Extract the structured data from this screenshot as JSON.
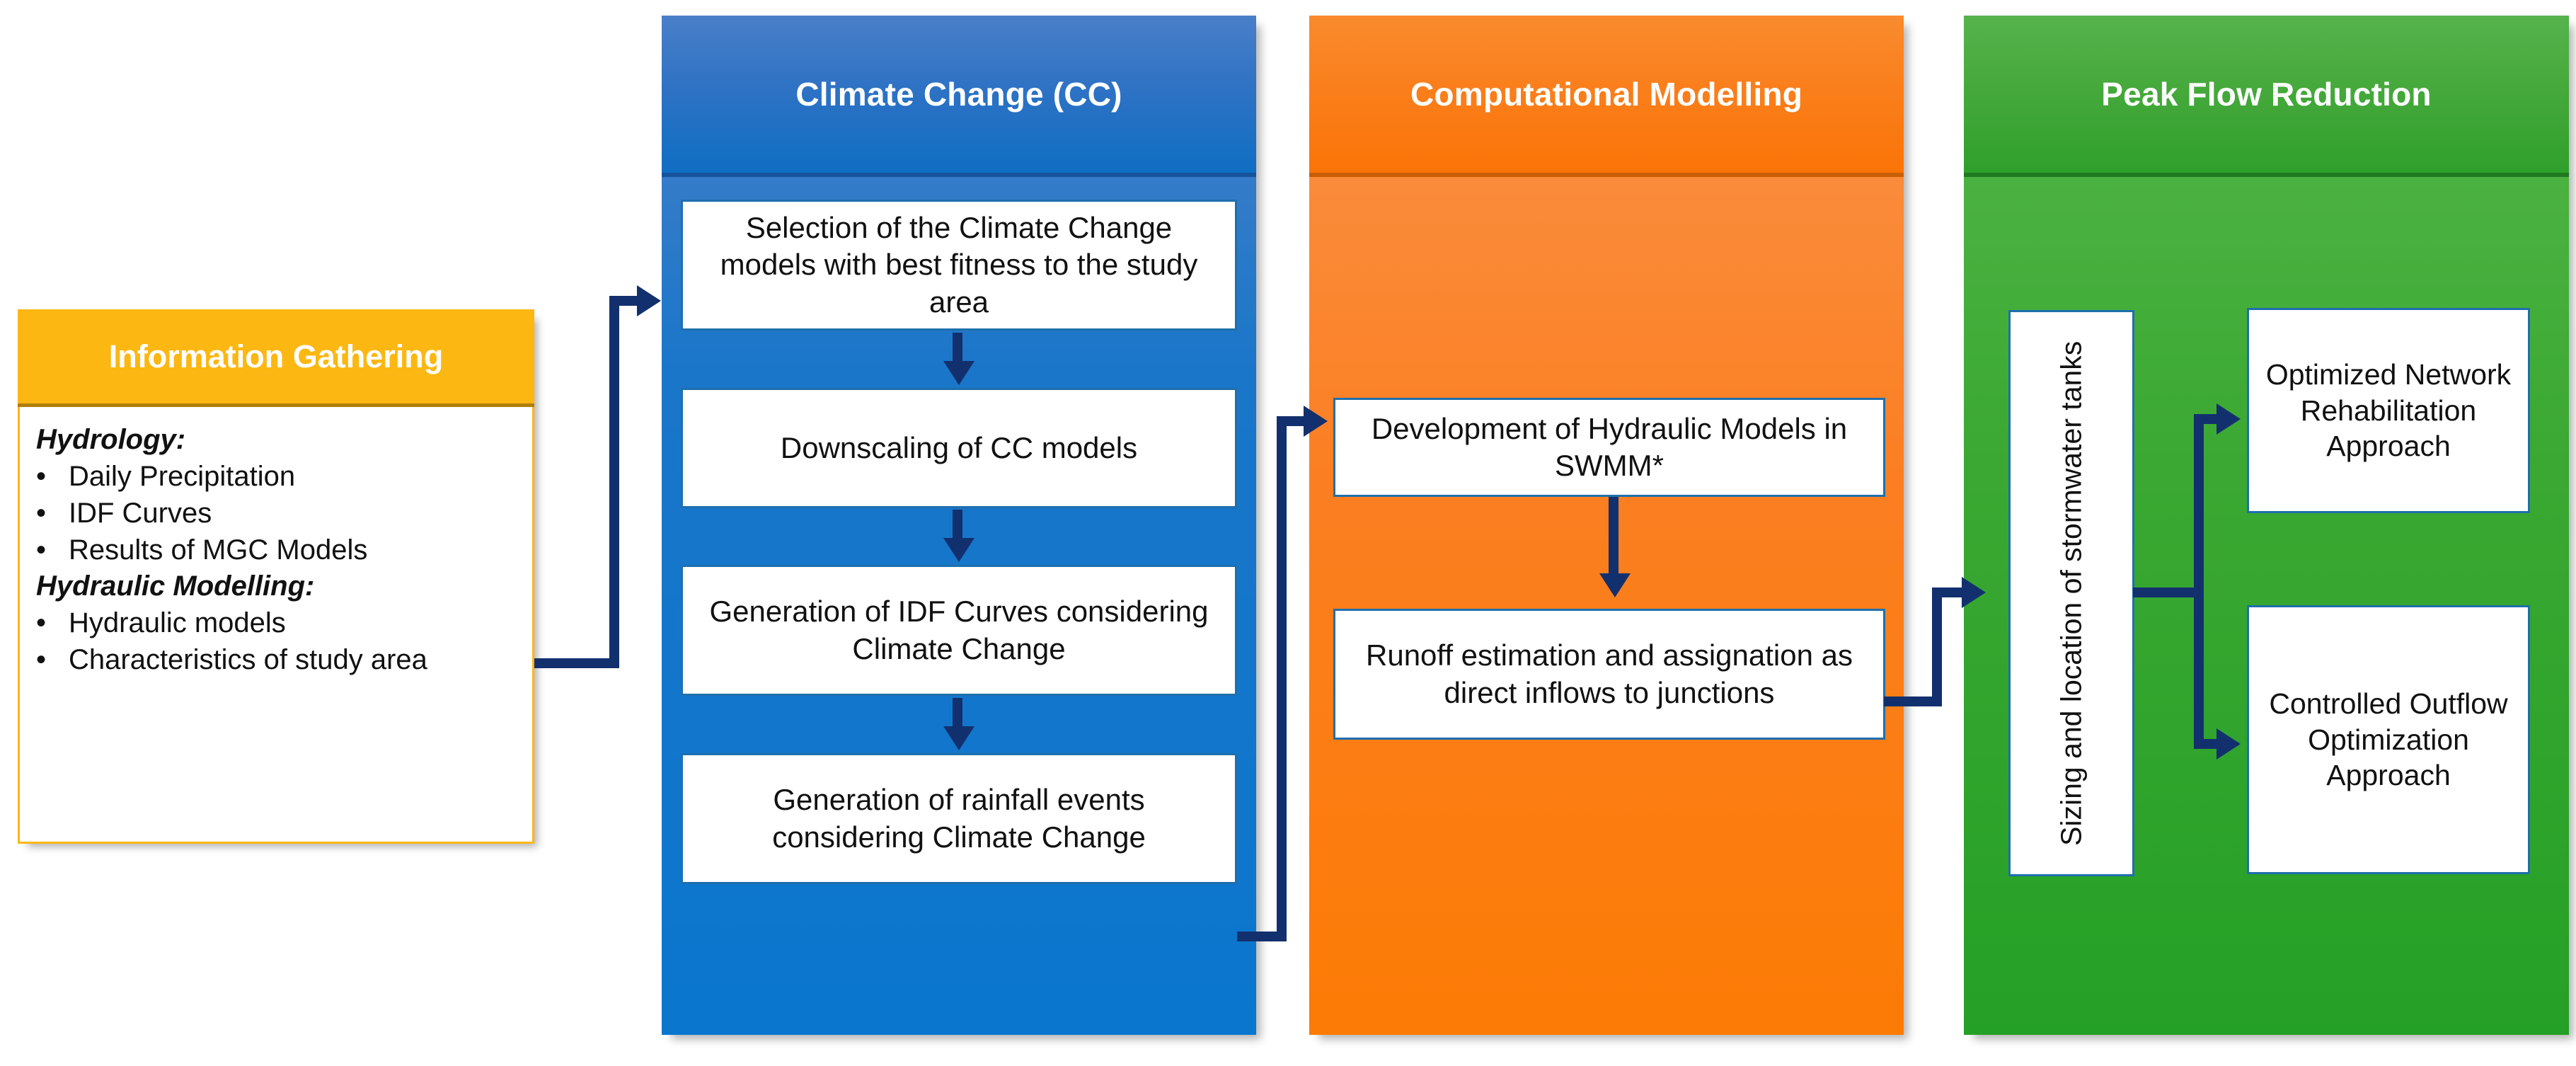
{
  "diagram": {
    "title": "Research methodology flowchart",
    "colors": {
      "yellow": "#fcb712",
      "blue": "#0f6ec3",
      "orange": "#fb7407",
      "green": "#2fa02b",
      "connector": "#12306e",
      "box_border": "#1f6fad"
    }
  },
  "info_card": {
    "header": "Information Gathering",
    "groups": [
      {
        "label": "Hydrology:",
        "items": [
          "Daily Precipitation",
          "IDF Curves",
          "Results of MGC Models"
        ]
      },
      {
        "label": "Hydraulic Modelling:",
        "items": [
          "Hydraulic models",
          "Characteristics of study area"
        ]
      }
    ],
    "bullet": "•"
  },
  "lanes": [
    {
      "id": "climate-change",
      "header": "Climate Change (CC)",
      "steps": [
        "Selection of the Climate Change models with best fitness to the study area",
        "Downscaling of CC models",
        "Generation of IDF Curves considering Climate Change",
        "Generation of rainfall events considering Climate Change"
      ]
    },
    {
      "id": "computational-modelling",
      "header": "Computational Modelling",
      "steps": [
        "Development of Hydraulic Models in SWMM*",
        "Runoff estimation and assignation as direct inflows to junctions"
      ]
    },
    {
      "id": "peak-flow-reduction",
      "header": "Peak Flow Reduction",
      "steps": [
        "Sizing and location of stormwater tanks",
        "Optimized Network Rehabilitation Approach",
        "Controlled Outflow Optimization Approach"
      ]
    }
  ]
}
